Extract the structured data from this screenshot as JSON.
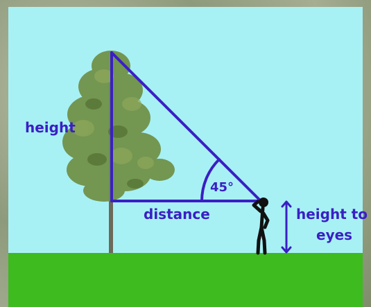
{
  "labels": {
    "height": "height",
    "distance": "distance",
    "angle": "45°",
    "eye_line1": "height to",
    "eye_line2": "eyes"
  },
  "colors": {
    "sky": "#a7f1f5",
    "ground": "#3dbb1f",
    "lines": "#3a1fc4",
    "foliage": "#6f8f44",
    "trunk": "#6c6a5a",
    "person": "#111111"
  }
}
